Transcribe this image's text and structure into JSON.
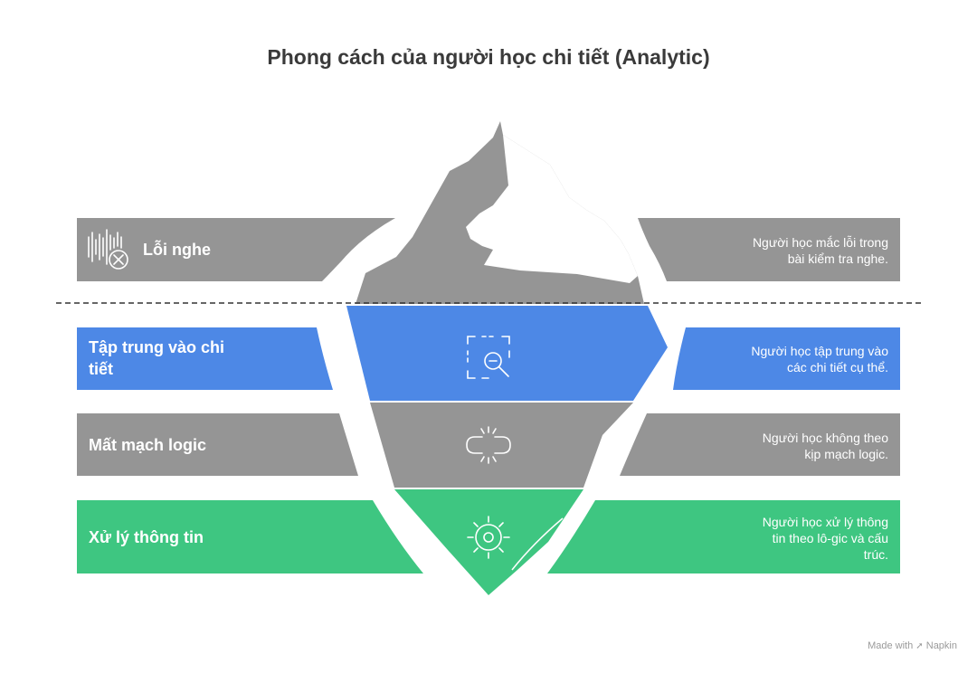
{
  "title": "Phong cách của người học chi tiết (Analytic)",
  "colors": {
    "gray": "#959595",
    "blue": "#4d88e6",
    "green": "#3ec681",
    "white": "#ffffff",
    "text": "#3a3a3a"
  },
  "rows": [
    {
      "label": "Lỗi nghe",
      "icon": "sound-wave-error-icon",
      "description_lines": [
        "Người học mắc lỗi trong",
        "bài kiểm tra nghe."
      ],
      "color": "#959595"
    },
    {
      "label": "Tập trung vào chi tiết",
      "label_lines": [
        "Tập trung vào chi",
        "tiết"
      ],
      "icon": "zoom-out-frame-icon",
      "description_lines": [
        "Người học tập trung vào",
        "các chi tiết cụ thể."
      ],
      "color": "#4d88e6"
    },
    {
      "label": "Mất mạch logic",
      "icon": "broken-link-icon",
      "description_lines": [
        "Người học không theo",
        "kịp mạch logic."
      ],
      "color": "#959595"
    },
    {
      "label": "Xử lý thông tin",
      "icon": "processing-gear-icon",
      "description_lines": [
        "Người học xử lý thông",
        "tin theo lô-gic và cấu",
        "trúc."
      ],
      "color": "#3ec681"
    }
  ],
  "footer": {
    "prefix": "Made with",
    "brand": "Napkin"
  }
}
